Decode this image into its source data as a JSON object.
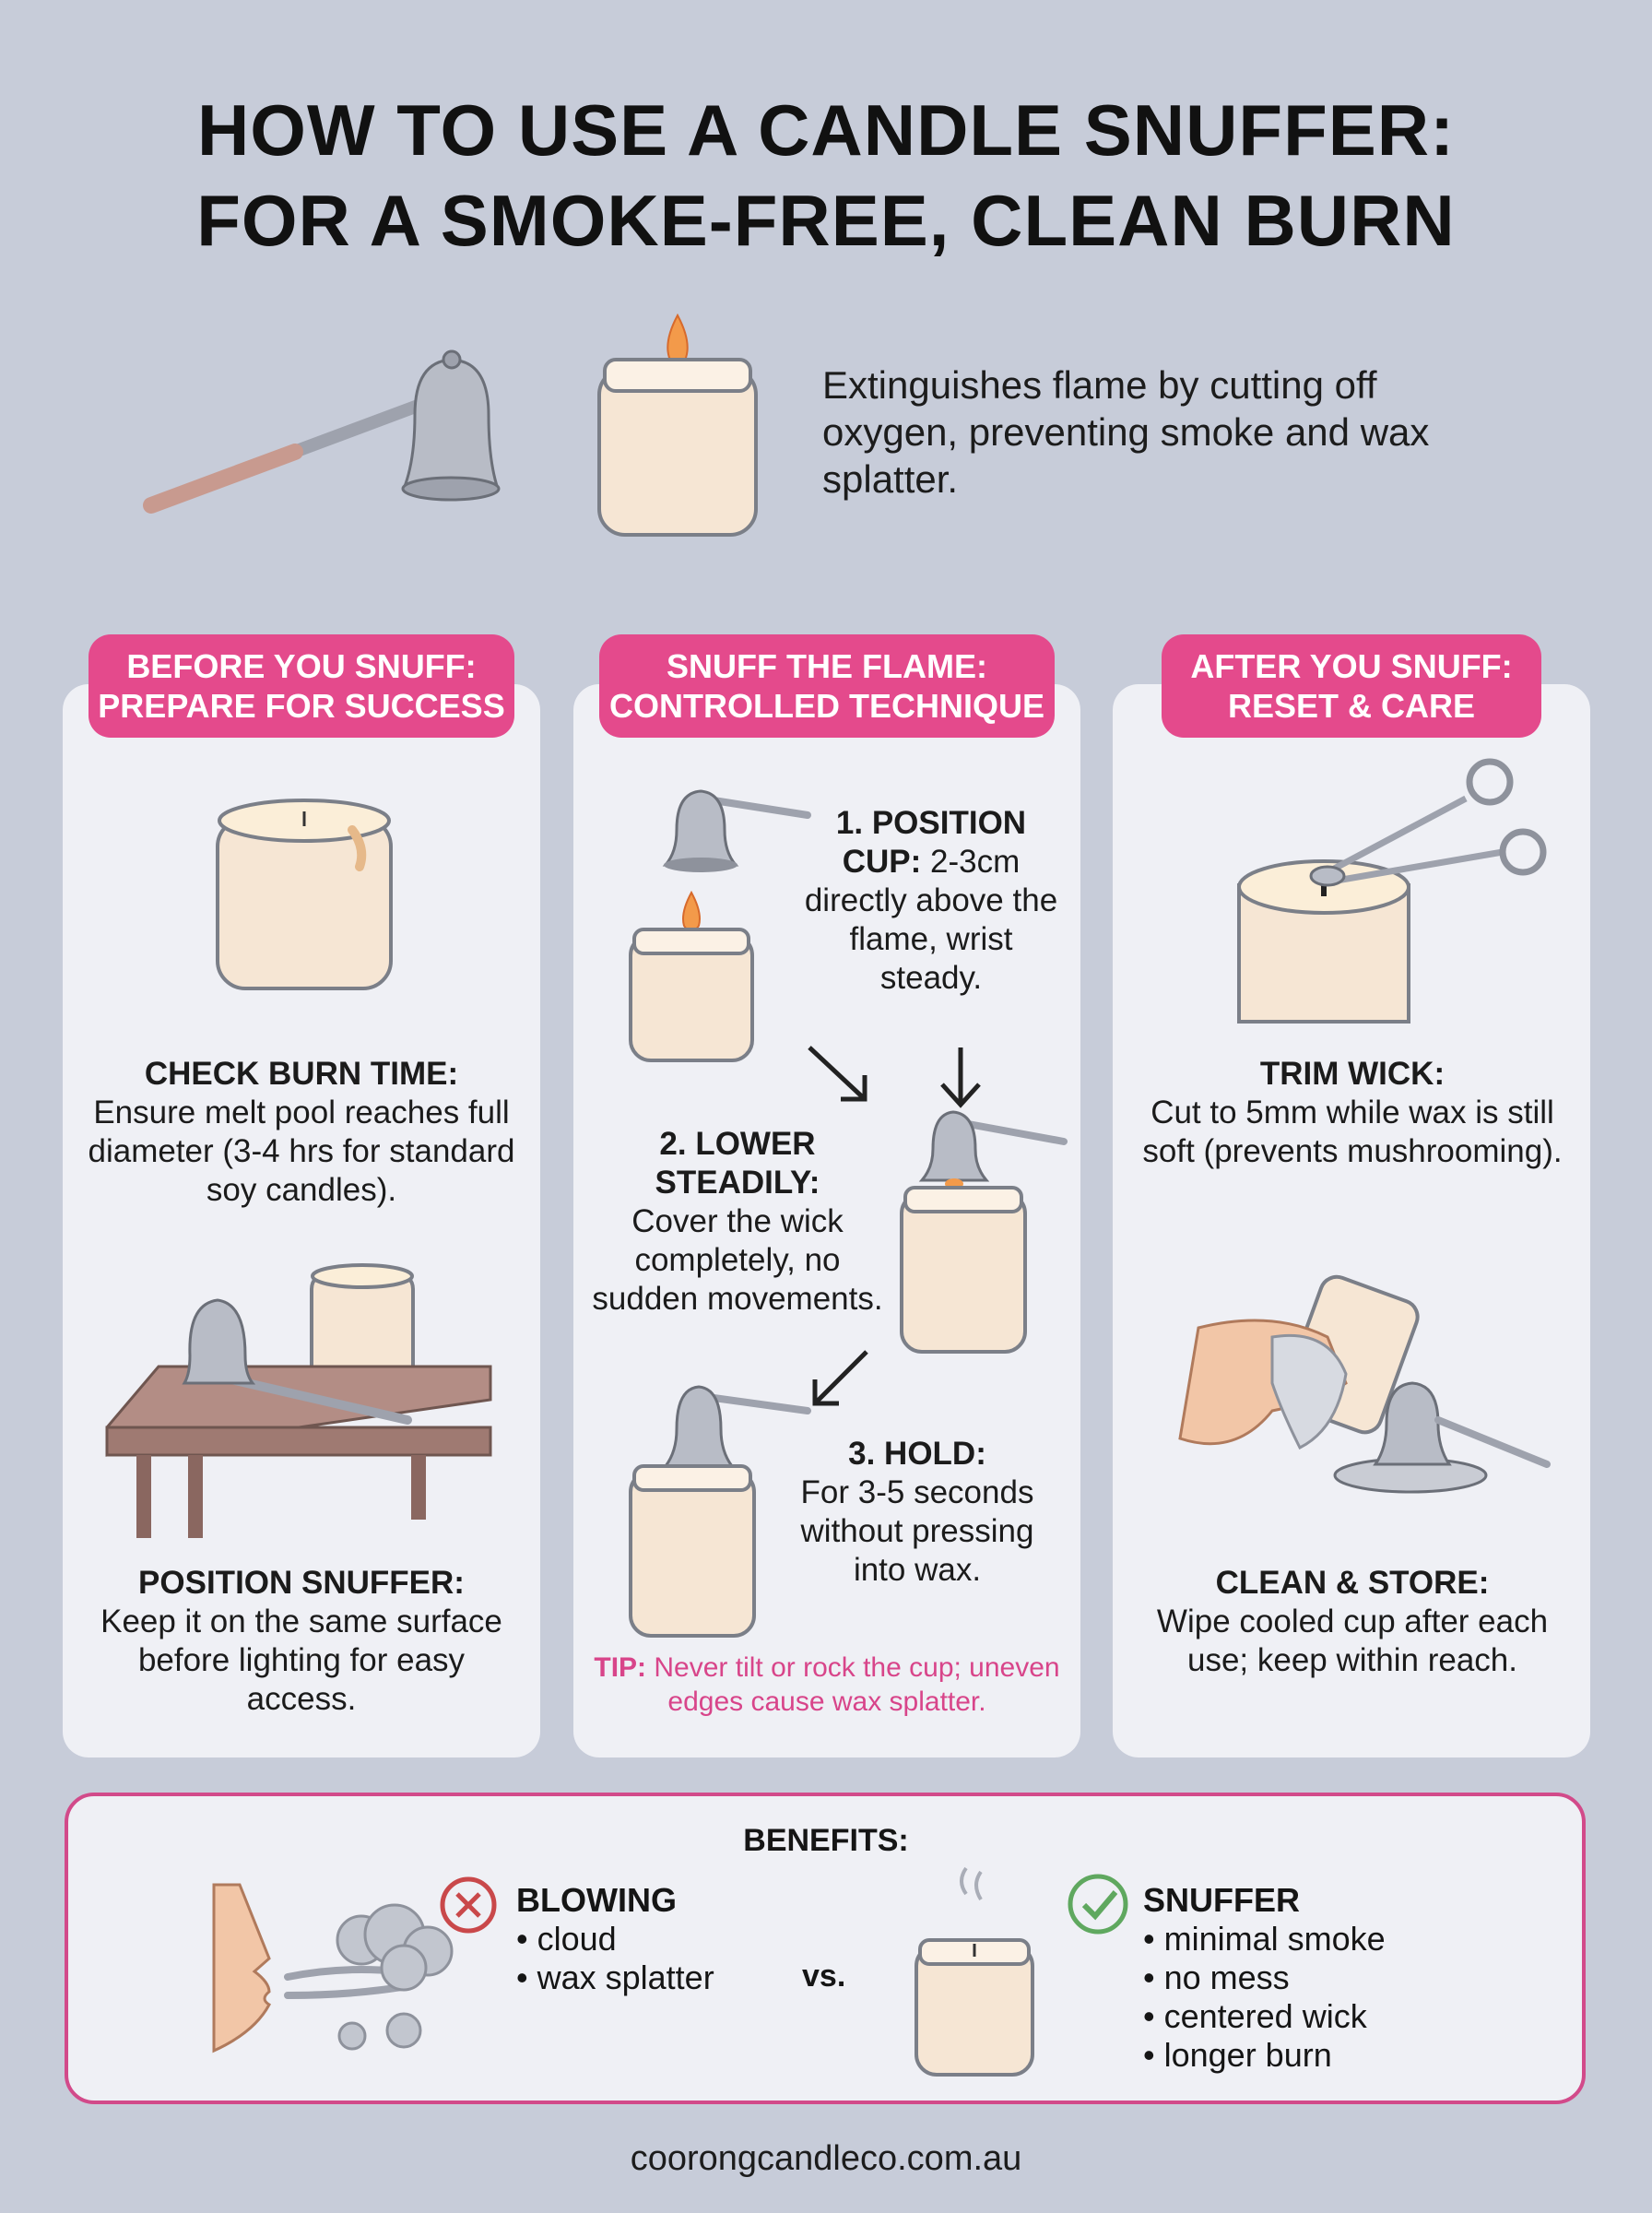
{
  "title": {
    "line1": "HOW TO USE A CANDLE SNUFFER:",
    "line2": "FOR A SMOKE-FREE, CLEAN BURN"
  },
  "intro": "Extinguishes flame by cutting off oxygen, preventing smoke and wax splatter.",
  "sections": {
    "before": {
      "heading1": "BEFORE YOU SNUFF:",
      "heading2": "PREPARE FOR SUCCESS",
      "step1_title": "CHECK BURN TIME:",
      "step1_text": "Ensure melt pool reaches full diameter (3-4 hrs for standard soy candles).",
      "step2_title": "POSITION SNUFFER:",
      "step2_text": "Keep it on the same surface before lighting for easy access."
    },
    "snuff": {
      "heading1": "SNUFF THE FLAME:",
      "heading2": "CONTROLLED TECHNIQUE",
      "step1_title": "1. POSITION CUP:",
      "step1_text": " 2-3cm directly above the flame, wrist steady.",
      "step2_title": "2. LOWER STEADILY:",
      "step2_text": "Cover the wick completely, no sudden movements.",
      "step3_title": "3. HOLD:",
      "step3_text": "For 3-5 seconds without pressing into wax.",
      "tip_label": "TIP:",
      "tip_text": " Never tilt or rock the cup; uneven edges cause wax splatter."
    },
    "after": {
      "heading1": "AFTER YOU SNUFF:",
      "heading2": "RESET & CARE",
      "step1_title": "TRIM WICK:",
      "step1_text": "Cut to 5mm while wax is still soft (prevents mushrooming).",
      "step2_title": "CLEAN & STORE:",
      "step2_text": "Wipe cooled cup after each use; keep within reach."
    }
  },
  "benefits": {
    "title": "BENEFITS:",
    "blowing": {
      "heading": "BLOWING",
      "items": [
        "cloud",
        "wax splatter"
      ]
    },
    "vs": "vs.",
    "snuffer": {
      "heading": "SNUFFER",
      "items": [
        "minimal smoke",
        "no mess",
        "centered wick",
        "longer burn"
      ]
    }
  },
  "footer": "coorongcandleco.com.au",
  "colors": {
    "background": "#c7ccd9",
    "accent_pink": "#e44a8c",
    "card": "#eff0f5",
    "wax": "#f6e6d4",
    "metal": "#b8bcc6",
    "x_red": "#c9484a",
    "check_green": "#5fa85f"
  },
  "icons": [
    "candle-snuffer-icon",
    "candle-jar-icon",
    "flame-icon",
    "table-icon",
    "wick-trimmer-icon",
    "hand-cloth-icon",
    "blowing-face-icon",
    "smoke-cloud-icon",
    "x-circle-icon",
    "check-circle-icon",
    "arrow-down-icon"
  ]
}
